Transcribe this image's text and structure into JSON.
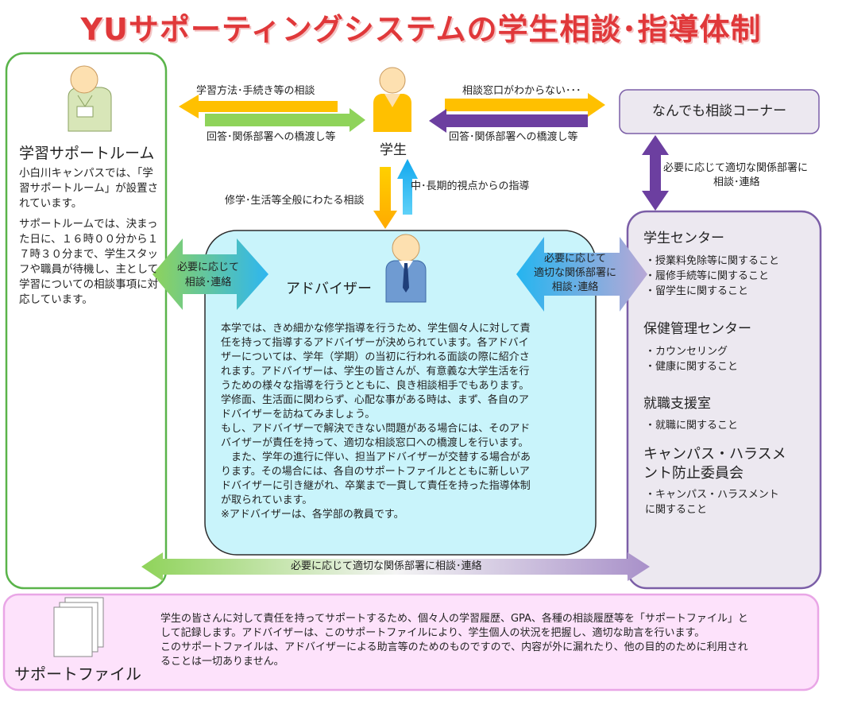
{
  "title": "YUサポーティングシステムの学生相談･指導体制",
  "student": {
    "label": "学生"
  },
  "left_box": {
    "heading": "学習サポートルーム",
    "para1": "小白川キャンパスでは、「学習サポートルーム」が設置されています。",
    "para2": "サポートルームでは、決まった日に、１６時００分から１７時３０分まで、学生スタッフや職員が待機し、主として学習についての相談事項に対応しています。"
  },
  "arrows": {
    "study_method": "学習方法･手続き等の相談",
    "answer_left": "回答･関係部署への橋渡し等",
    "dont_know": "相談窓口がわからない･･･",
    "answer_right": "回答･関係部署への橋渡し等",
    "life_consult": "修学･生活等全般にわたる相談",
    "long_term": "中･長期的視点からの指導",
    "left_mid_1": "必要に応じて",
    "left_mid_2": "相談･連絡",
    "right_mid_1": "必要に応じて",
    "right_mid_2": "適切な関係部署に",
    "right_mid_3": "相談･連絡",
    "corner_link_1": "必要に応じて適切な関係部署に",
    "corner_link_2": "相談･連絡",
    "bottom": "必要に応じて適切な関係部署に相談･連絡"
  },
  "corner": {
    "label": "なんでも相談コーナー"
  },
  "advisor": {
    "heading": "アドバイザー",
    "lines": [
      "本学では、きめ細かな修学指導を行うため、学生個々人に対して責",
      "任を持って指導するアドバイザーが決められています。各アドバイ",
      "ザーについては、学年（学期）の当初に行われる面談の際に紹介さ",
      "れます。アドバイザーは、学生の皆さんが、有意義な大学生活を行",
      "うための様々な指導を行うとともに、良き相談相手でもあります。",
      "学修面、生活面に関わらず、心配な事がある時は、まず、各自のア",
      "ドバイザーを訪ねてみましょう。",
      "もし、アドバイザーで解決できない問題がある場合には、そのアド",
      "バイザーが責任を持って、適切な相談窓口への橋渡しを行います。",
      "　また、学年の進行に伴い、担当アドバイザーが交替する場合があ",
      "ります。その場合には、各自のサポートファイルとともに新しいア",
      "ドバイザーに引き継がれ、卒業まで一貫して責任を持った指導体制",
      "が取られています。",
      "※アドバイザーは、各学部の教員です。"
    ]
  },
  "right_box": {
    "sections": [
      {
        "heading": "学生センター",
        "items": [
          "・授業料免除等に関すること",
          "・履修手続等に関すること",
          "・留学生に関すること"
        ]
      },
      {
        "heading": "保健管理センター",
        "items": [
          "・カウンセリング",
          "・健康に関すること"
        ]
      },
      {
        "heading": "就職支援室",
        "items": [
          "・就職に関すること"
        ]
      },
      {
        "heading_lines": [
          "キャンパス・ハラスメ",
          "ント防止委員会"
        ],
        "items": [
          "・キャンパス・ハラスメント",
          "に関すること"
        ]
      }
    ]
  },
  "support_file": {
    "label": "サポートファイル",
    "lines": [
      "学生の皆さんに対して責任を持ってサポートするため、個々人の学習履歴、GPA、各種の相談履歴等を「サポートファイル」と",
      "して記録します。アドバイザーは、このサポートファイルにより、学生個人の状況を把握し、適切な助言を行います。",
      "このサポートファイルは、アドバイザーによる助言等のためのものですので、内容が外に漏れたり、他の目的のために利用され",
      "ることは一切ありません。"
    ]
  },
  "colors": {
    "title": "#e0383a",
    "left_border": "#5ab44a",
    "center_fill": "#c9f4fb",
    "right_border": "#7b5ea7",
    "right_fill": "#ece8f0",
    "bottom_border": "#e9a6e6",
    "bottom_fill": "#fde2fb",
    "orange": "#ffb400",
    "purple": "#6c3fa0"
  }
}
